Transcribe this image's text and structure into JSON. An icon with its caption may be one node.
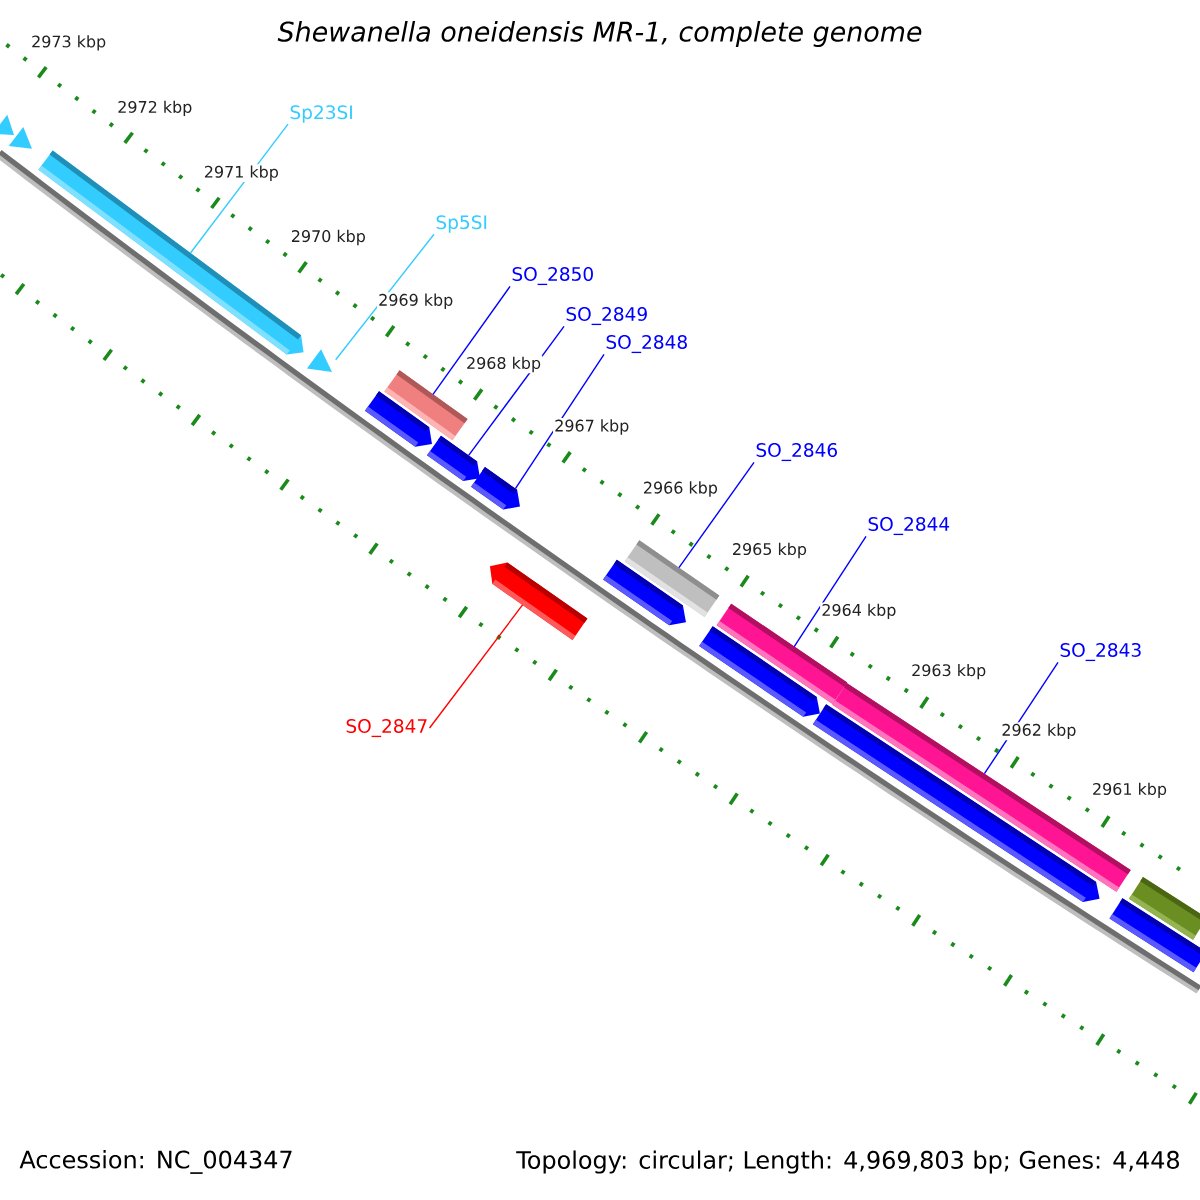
{
  "diagram": {
    "title": "Shewanella oneidensis MR-1, complete genome",
    "nodes": [
      {
        "text": [
          "Sp23SI"
        ]
      },
      {
        "text": [
          "Sp5SI"
        ]
      },
      {
        "text": [
          "SO_2850"
        ]
      },
      {
        "text": [
          "SO_2849"
        ]
      },
      {
        "text": [
          "SO_2848"
        ]
      },
      {
        "text": [
          "SO_2846"
        ]
      },
      {
        "text": [
          "SO_2844"
        ]
      },
      {
        "text": [
          "SO_2843"
        ]
      },
      {
        "text": [
          "SO_2847"
        ]
      },
      {
        "text": [],
        "shape": "triangle"
      },
      {
        "text": [],
        "shape": "triangle"
      },
      {
        "text": [],
        "shape": "arrow"
      },
      {
        "text": [],
        "shape": "triangle"
      },
      {
        "text": [],
        "shape": "arrow"
      },
      {
        "text": [],
        "shape": "bar"
      },
      {
        "text": [],
        "shape": "arrow"
      },
      {
        "text": [],
        "shape": "arrow"
      },
      {
        "text": [],
        "shape": "arrow"
      },
      {
        "text": [],
        "shape": "arrow"
      },
      {
        "text": [],
        "shape": "bar"
      },
      {
        "text": [],
        "shape": "arrow"
      },
      {
        "text": [],
        "shape": "bar"
      },
      {
        "text": [],
        "shape": "arrow"
      },
      {
        "text": [],
        "shape": "bar"
      },
      {
        "text": [],
        "shape": "bar"
      },
      {
        "text": [],
        "shape": "bar"
      }
    ],
    "edges": [
      {
        "from": 0,
        "to": 11,
        "arrow": "none",
        "color": "#33ccff"
      },
      {
        "from": 1,
        "to": 12,
        "arrow": "none",
        "color": "#33ccff"
      },
      {
        "from": 2,
        "to": 14,
        "arrow": "none"
      },
      {
        "from": 3,
        "to": 15,
        "arrow": "none"
      },
      {
        "from": 4,
        "to": 16,
        "arrow": "none"
      },
      {
        "from": 5,
        "to": 19,
        "arrow": "none"
      },
      {
        "from": 6,
        "to": 21,
        "arrow": "none"
      },
      {
        "from": 7,
        "to": 23,
        "arrow": "none"
      },
      {
        "from": 8,
        "to": 17,
        "arrow": "none",
        "color": "#ff0000"
      }
    ],
    "labels": [
      "2973 kbp",
      "2972 kbp",
      "2971 kbp",
      "2970 kbp",
      "2969 kbp",
      "2968 kbp",
      "2967 kbp",
      "2966 kbp",
      "2965 kbp",
      "2964 kbp",
      "2963 kbp",
      "2962 kbp",
      "2961 kbp",
      "Accession: NC_004347",
      "Topology: circular; Length: 4,969,803 bp; Genes: 4,448"
    ]
  }
}
